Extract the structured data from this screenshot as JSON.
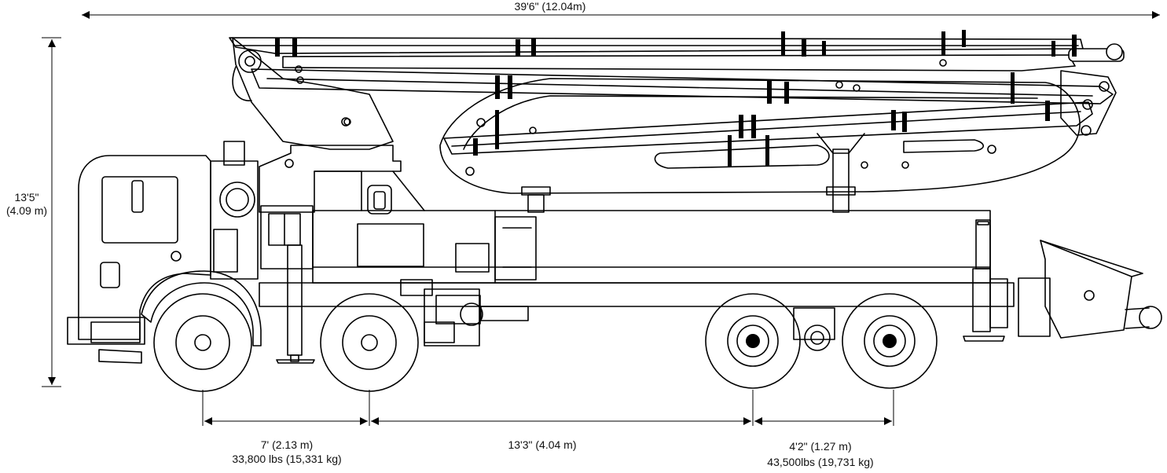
{
  "dimensions": {
    "overall_length": "39'6\" (12.04m)",
    "height_ft": "13'5\"",
    "height_m": "(4.09 m)",
    "front_axle_spacing": "7' (2.13 m)",
    "front_axle_weight": "33,800 lbs (15,331 kg)",
    "wheelbase": "13'3\" (4.04 m)",
    "rear_axle_spacing": "4'2\" (1.27 m)",
    "rear_axle_weight": "43,500lbs (19,731 kg)"
  },
  "colors": {
    "line": "#000000",
    "background": "#ffffff"
  }
}
